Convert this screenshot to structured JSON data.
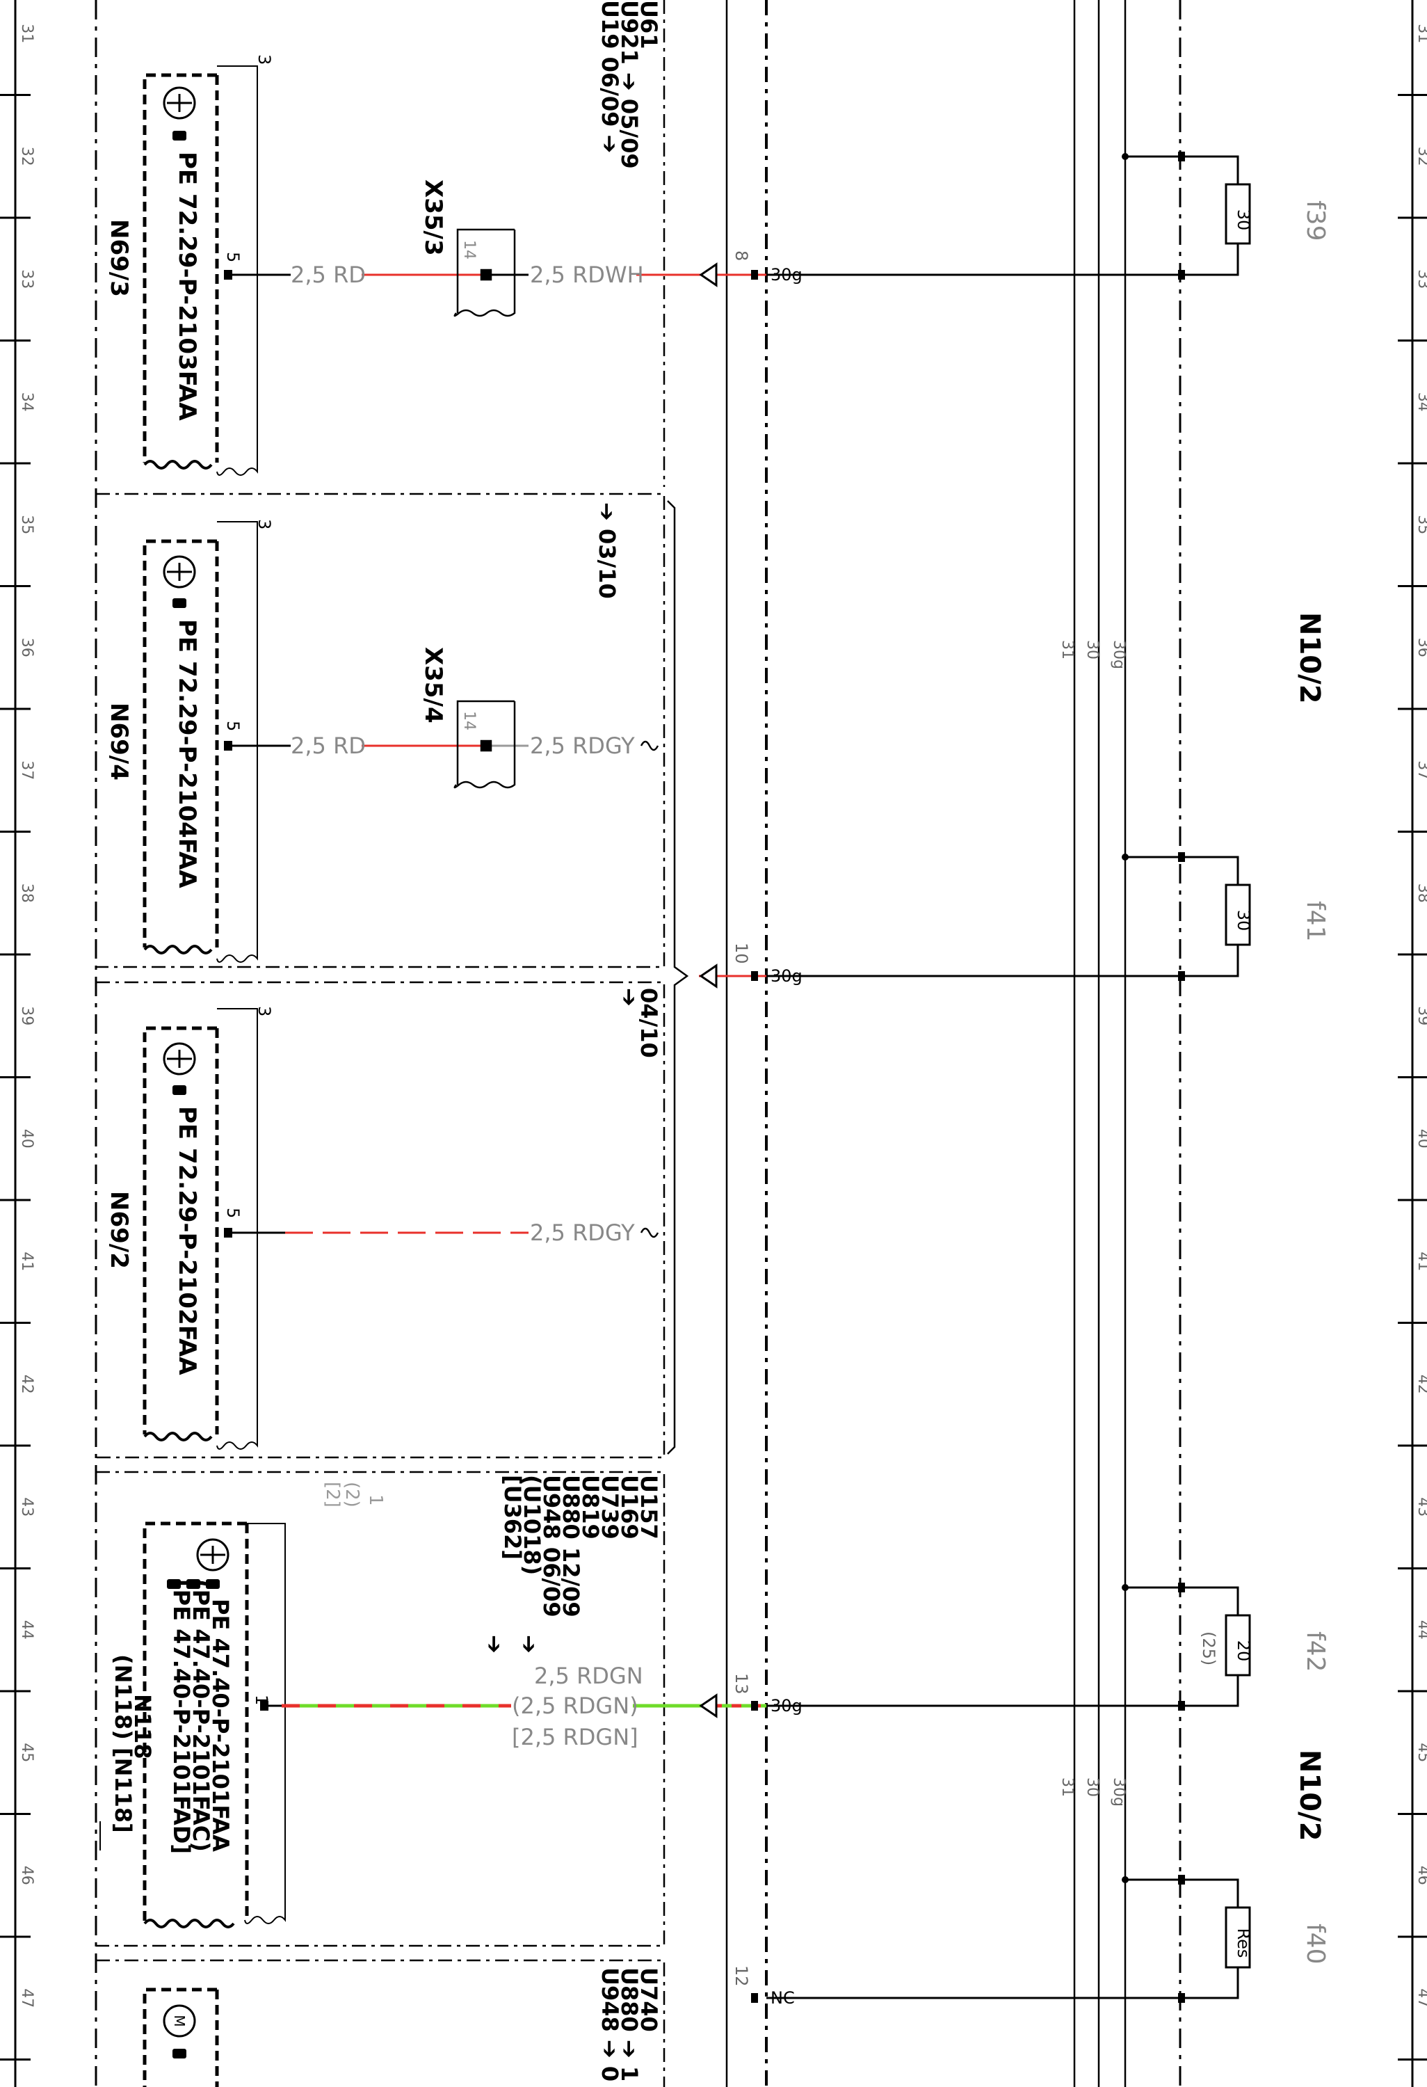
{
  "grid": {
    "numbers": [
      "31",
      "32",
      "33",
      "34",
      "35",
      "36",
      "37",
      "38",
      "39",
      "40",
      "41",
      "42",
      "43",
      "44",
      "45",
      "46",
      "47"
    ]
  },
  "colors": {
    "red": "#e8312b",
    "green": "#6fdc2a",
    "gray": "#9a9a9a",
    "black": "#000000"
  },
  "modules": [
    {
      "id": "N69/3",
      "pe": "PE 72.29-P-2103FAA",
      "pin_top": "3",
      "pin": "5",
      "wire": "2,5 RD",
      "connector": "X35/3",
      "conn_pin": "14",
      "wire2": "2,5 RDWH"
    },
    {
      "id": "N69/4",
      "pe": "PE 72.29-P-2104FAA",
      "pin_top": "3",
      "pin": "5",
      "wire": "2,5 RD",
      "connector": "X35/4",
      "conn_pin": "14",
      "wire2": "2,5 RDGY"
    },
    {
      "id": "N69/2",
      "pe": "PE 72.29-P-2102FAA",
      "pin_top": "3",
      "pin": "5",
      "wire2": "2,5 RDGY"
    },
    {
      "id": "N118",
      "id_alt": "(N118) [N118]",
      "pe": "PE 47.40-P-2101FAA",
      "pe2": "(PE 47.40-P-2101FAC)",
      "pe3": "[PE 47.40-P-2101FAD]",
      "pin": "1",
      "pin_top": "1",
      "pin_top2": "(2)",
      "pin_top3": "[2]",
      "wire": "2,5 RDGN",
      "wire_b": "(2,5 RDGN)",
      "wire_c": "[2,5 RDGN]"
    }
  ],
  "version_notes": {
    "block1": [
      "U61",
      "U921  ➔ 05/09",
      "U19  06/09 ➔"
    ],
    "block2": [
      "➔ 03/10"
    ],
    "block3": [
      "04/10",
      "➔"
    ],
    "block4": [
      "U157",
      "U169",
      "U739",
      "U819",
      "U880  12/09",
      "U948  06/09",
      "(U1018)",
      "[U362]"
    ],
    "block4_arrows": [
      "➔",
      "➔"
    ],
    "block5": [
      "U740",
      "U880 ➔ 1",
      "U948 ➔ 0"
    ]
  },
  "sam_pins": [
    {
      "num": "8",
      "label": "30g"
    },
    {
      "num": "10",
      "label": "30g"
    },
    {
      "num": "13",
      "label": "30g"
    },
    {
      "num": "12",
      "label": "NC"
    }
  ],
  "fuses": [
    {
      "name": "f39",
      "rating": "30"
    },
    {
      "name": "f41",
      "rating": "30"
    },
    {
      "name": "f42",
      "rating": "20",
      "alt": "(25)"
    },
    {
      "name": "f40",
      "rating": "Res"
    }
  ],
  "unit_label": "N10/2",
  "bus_labels": [
    "31",
    "30",
    "30g"
  ]
}
